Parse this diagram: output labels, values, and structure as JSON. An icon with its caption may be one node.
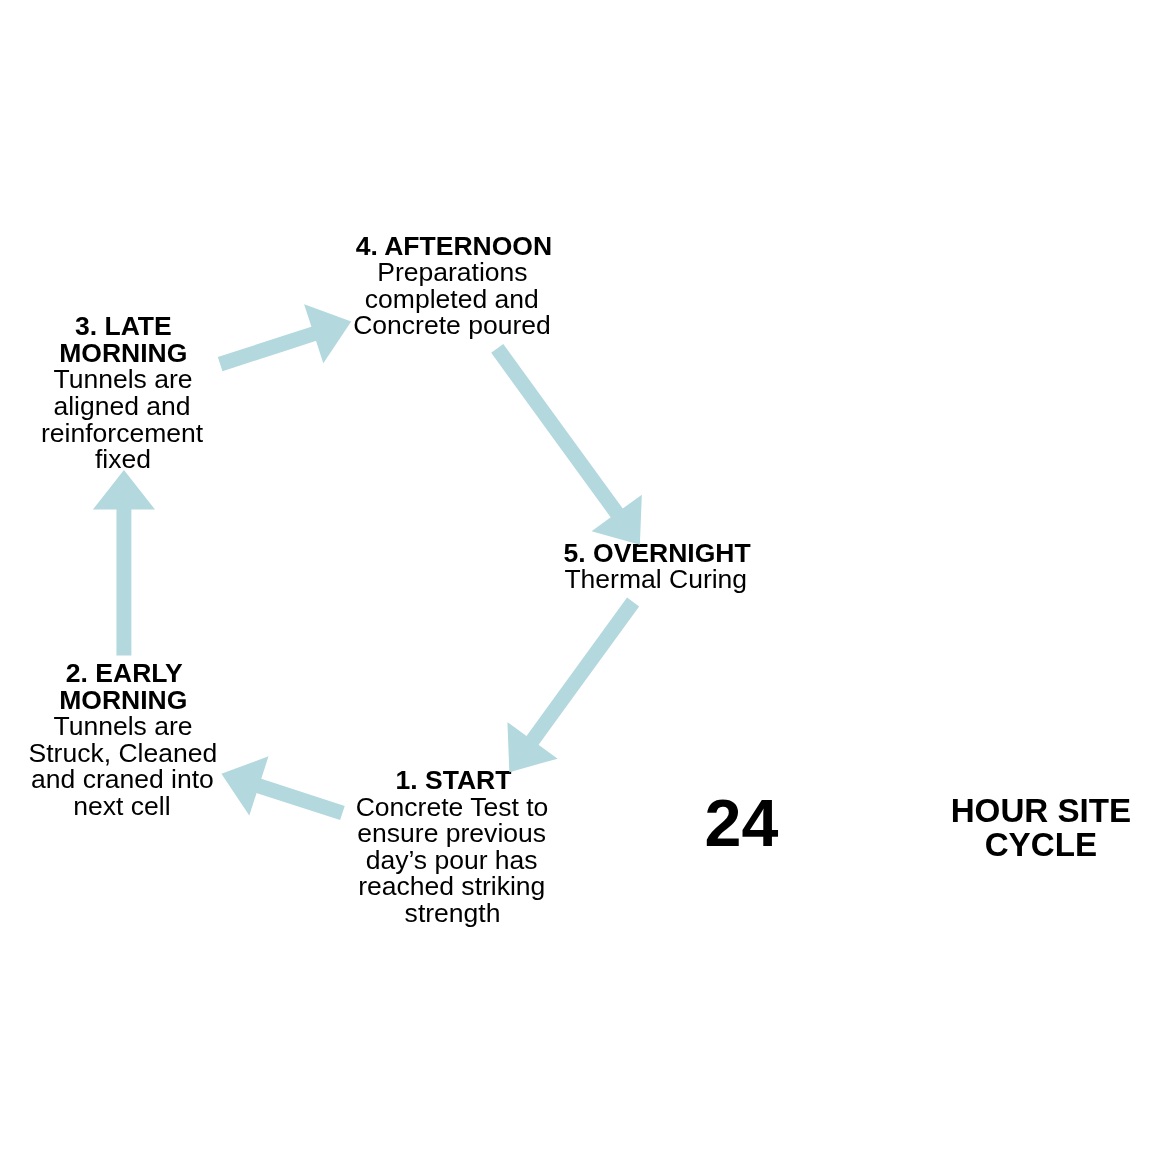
{
  "diagram": {
    "nodes": [
      {
        "text": [
          "1. START",
          "Concrete Test to ensure previous day’s pour has reached striking strength"
        ]
      },
      {
        "text": [
          "2. EARLY MORNING",
          "Tunnels are Struck, Cleaned and craned into next cell"
        ]
      },
      {
        "text": [
          "3. LATE MORNING",
          "Tunnels are aligned and reinforcement fixed"
        ]
      },
      {
        "text": [
          "4. AFTERNOON",
          "Preparations completed and Concrete poured"
        ]
      },
      {
        "text": [
          "5. OVERNIGHT",
          "Thermal Curing"
        ]
      }
    ],
    "edges": [
      {
        "from": 0,
        "to": 1,
        "arrow": "to"
      },
      {
        "from": 1,
        "to": 2,
        "arrow": "to"
      },
      {
        "from": 2,
        "to": 3,
        "arrow": "to"
      },
      {
        "from": 3,
        "to": 4,
        "arrow": "to"
      },
      {
        "from": 4,
        "to": 0,
        "arrow": "to"
      }
    ],
    "labels": [
      "24",
      "HOUR SITE CYCLE"
    ]
  }
}
